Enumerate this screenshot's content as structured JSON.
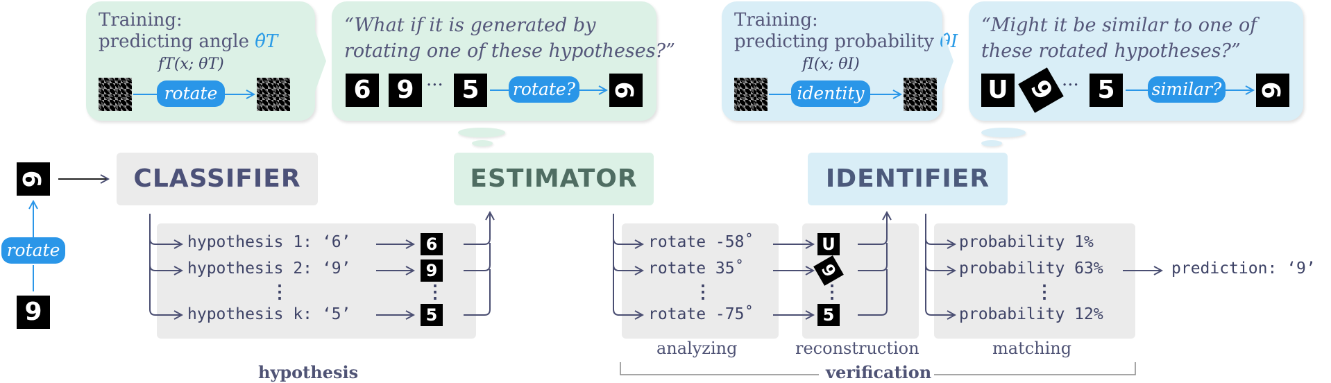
{
  "training_classifier": {
    "line1": "Training:",
    "line2": "predicting angle",
    "theta": "θ̂T",
    "func": "fT(x; θT)",
    "pill": "rotate"
  },
  "estimator_thought": {
    "line1": "“What if it is generated by",
    "line2": "rotating one of these hypotheses?”",
    "digits": [
      "6",
      "9",
      "5"
    ],
    "ellipsis": "···",
    "pill": "rotate?",
    "result_digit": "9"
  },
  "training_identifier": {
    "line1": "Training:",
    "line2": "predicting probability",
    "theta": "θ̂I",
    "func": "fI(x; θI)",
    "pill": "identity"
  },
  "identifier_thought": {
    "line1": "“Might it be similar to one of",
    "line2": "these rotated hypotheses?”",
    "digits": [
      "U",
      "9",
      "5"
    ],
    "ellipsis": "···",
    "pill": "similar?",
    "result_digit": "9"
  },
  "input": {
    "rotated_digit": "9",
    "original_digit": "9",
    "pill": "rotate"
  },
  "modules": {
    "classifier": "CLASSIFIER",
    "estimator": "ESTIMATOR",
    "identifier": "IDENTIFIER"
  },
  "hypotheses": {
    "rows": [
      {
        "label": "hypothesis 1: ‘6’",
        "digit": "6"
      },
      {
        "label": "hypothesis 2: ‘9’",
        "digit": "9"
      },
      {
        "label": "hypothesis k: ‘5’",
        "digit": "5"
      }
    ],
    "vdots": "⋮",
    "caption": "hypothesis"
  },
  "analyzing": {
    "rows": [
      "rotate -58˚",
      "rotate 35˚",
      "rotate -75˚"
    ],
    "vdots": "⋮",
    "caption": "analyzing"
  },
  "reconstruction": {
    "digits": [
      "U",
      "9",
      "5"
    ],
    "vdots": "⋮",
    "caption": "reconstruction"
  },
  "matching": {
    "rows": [
      "probability 1%",
      "probability 63%",
      "probability 12%"
    ],
    "vdots": "⋮",
    "caption": "matching"
  },
  "prediction": "prediction: ‘9’",
  "verification_caption": "verification",
  "colors": {
    "accent_blue": "#2a96e8",
    "arrow_dark": "#4a4e72",
    "green_bg": "#dcf1e6",
    "blue_bg": "#d9eef7",
    "gray_bg": "#ebebeb"
  }
}
